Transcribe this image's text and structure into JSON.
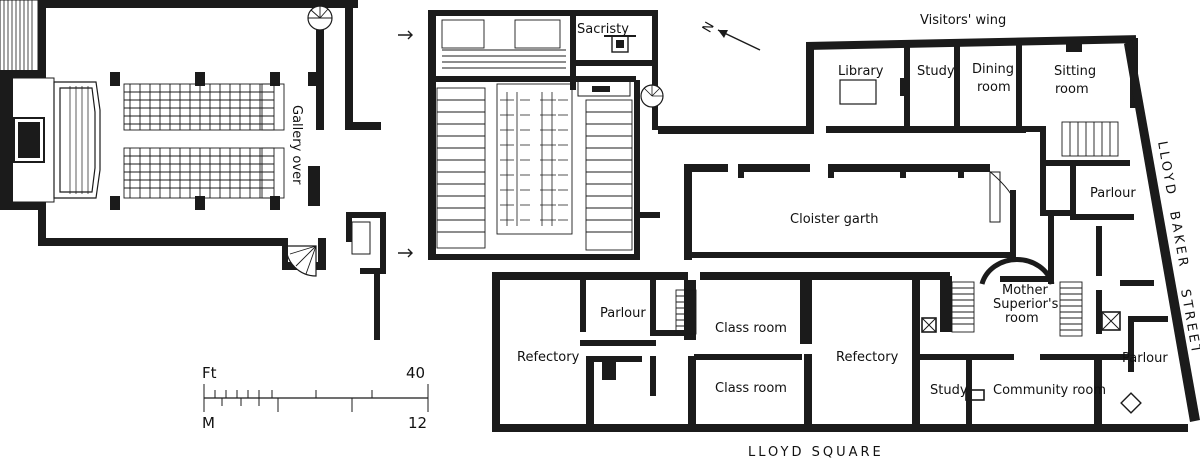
{
  "labels": {
    "visitors_wing": "Visitors' wing",
    "sacristy": "Sacristy",
    "library": "Library",
    "study_top": "Study",
    "dining_1": "Dining",
    "dining_2": "room",
    "sitting_1": "Sitting",
    "sitting_2": "room",
    "gallery_over": "Gallery over",
    "cloister_garth": "Cloister garth",
    "parlour_right": "Parlour",
    "parlour_left": "Parlour",
    "class_room_1": "Class room",
    "class_room_2": "Class room",
    "refectory_left": "Refectory",
    "refectory_mid": "Refectory",
    "mother_1": "Mother",
    "mother_2": "Superior's",
    "mother_3": "room",
    "study_bottom": "Study",
    "community_room": "Community room",
    "parlour_bottom": "Parlour"
  },
  "streets": {
    "lloyd_baker_1": "LLOYD",
    "lloyd_baker_2": "BAKER",
    "lloyd_baker_3": "STREET",
    "lloyd_square": "LLOYD SQUARE"
  },
  "scale_bar": {
    "ft_label": "Ft",
    "ft_max": "40",
    "m_label": "M",
    "m_max": "12"
  },
  "north_arrow": {
    "label": "N"
  }
}
